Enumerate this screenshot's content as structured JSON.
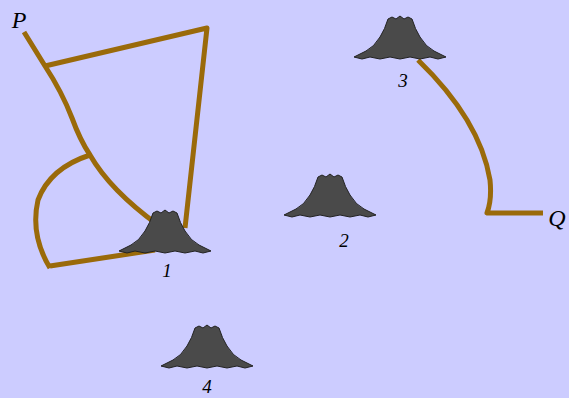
{
  "diagram": {
    "labels": [
      "P",
      "Q",
      "1",
      "2",
      "3",
      "4"
    ]
  }
}
